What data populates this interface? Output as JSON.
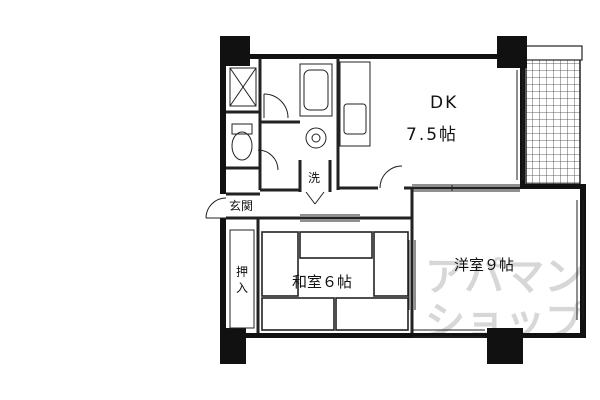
{
  "rooms": {
    "dk_name": "DK",
    "dk_size": "7.5帖",
    "western_room": "洋室９帖",
    "japanese_room": "和室６帖",
    "entrance": "玄関",
    "closet_line1": "押",
    "closet_line2": "入",
    "laundry": "洗"
  },
  "watermark": {
    "line1": "アパマン",
    "line2": "ショップ"
  },
  "colors": {
    "wall": "#111111",
    "line": "#222222",
    "background": "#ffffff",
    "watermark": "#d7d7d7"
  }
}
